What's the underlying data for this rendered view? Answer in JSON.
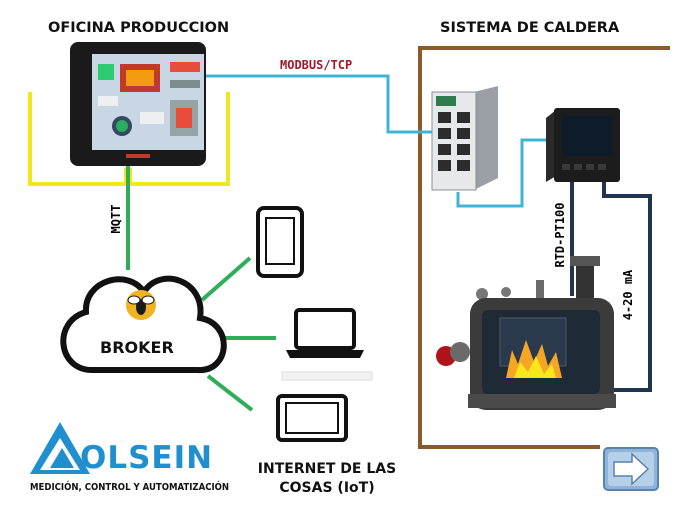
{
  "title_left": "OFICINA PRODUCCION",
  "title_right": "SISTEMA DE CALDERA",
  "labels": {
    "modbus": "MODBUS/TCP",
    "mqtt": "MQTT",
    "broker": "BROKER",
    "rtd": "RTD-PT100",
    "analog": "4-20 mA"
  },
  "iot_caption": [
    "INTERNET DE LAS",
    "COSAS (IoT)"
  ],
  "logo": {
    "name": "OLSEIN",
    "tagline": "MEDICIÓN, CONTROL Y AUTOMATIZACIÓN"
  },
  "colors": {
    "office_zone": "#f2e61c",
    "boiler_zone": "#8b5a2b",
    "network": "#3fb4d6",
    "mqtt_link": "#2fae5a",
    "analog_link": "#1f3550",
    "modbus_text": "#a11a2a",
    "logo_blue": "#1f8fd0"
  },
  "icons": {
    "hmi": "hmi-panel-icon",
    "switch": "ethernet-switch-icon",
    "controller": "controller-icon",
    "boiler": "boiler-icon",
    "cloud": "cloud-icon",
    "bee": "bee-icon",
    "phone": "smartphone-icon",
    "laptop": "laptop-icon",
    "tablet": "tablet-icon",
    "next": "arrow-right-icon"
  }
}
